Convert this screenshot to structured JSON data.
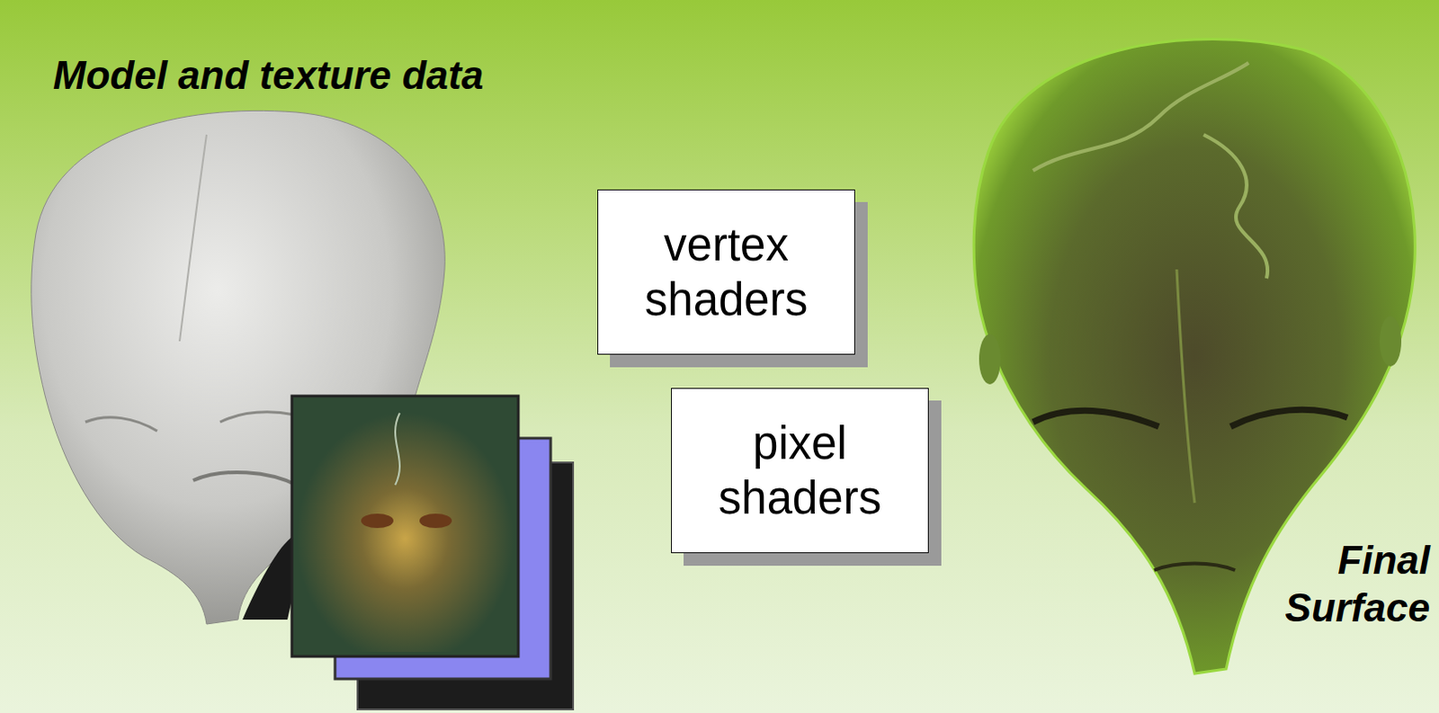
{
  "diagram": {
    "nodes": [
      {
        "text": [
          "vertex shaders"
        ]
      },
      {
        "text": [
          "pixel shaders"
        ]
      }
    ],
    "labels": [
      "Model and texture data",
      "Final Surface"
    ]
  }
}
